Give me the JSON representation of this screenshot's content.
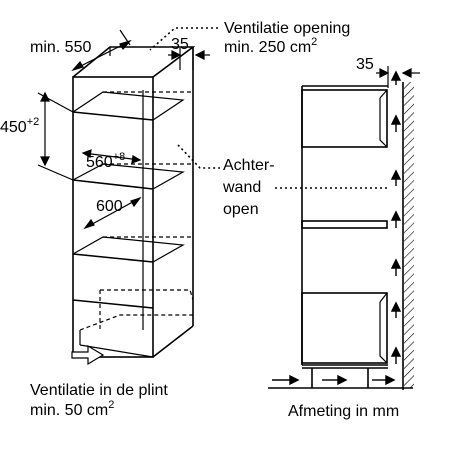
{
  "labels": {
    "width_min": "min. 550",
    "depth_gap": "35",
    "vent_opening_title": "Ventilatie opening",
    "vent_opening_value": "min. 250 cm",
    "vent_opening_exp": "2",
    "height": "450",
    "height_exp": "+2",
    "inner_width": "560",
    "inner_width_exp": "+8",
    "depth": "600",
    "back_wall_1": "Achter-",
    "back_wall_2": "wand",
    "back_wall_3": "open",
    "plinth_vent_title": "Ventilatie in de plint",
    "plinth_vent_value": "min. 50 cm",
    "plinth_vent_exp": "2",
    "wall_gap": "35",
    "unit_note": "Afmeting in mm"
  }
}
